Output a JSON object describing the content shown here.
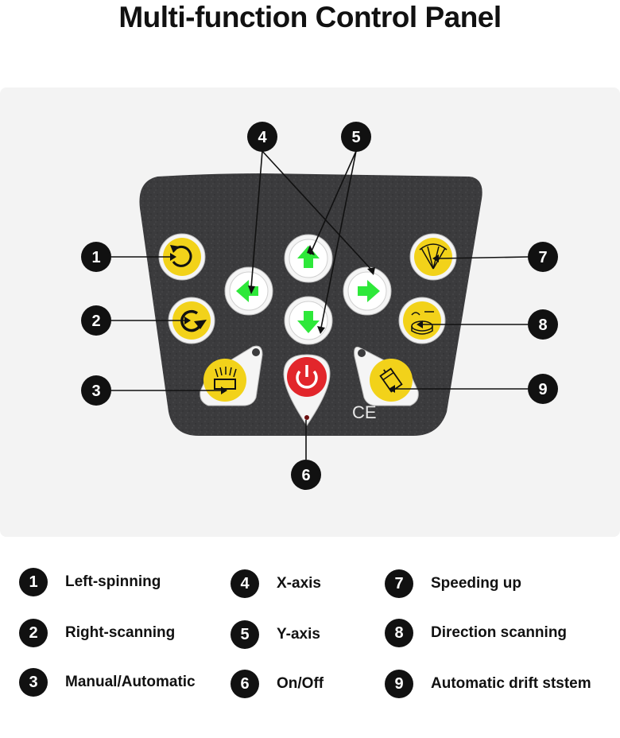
{
  "title": "Multi-function Control Panel",
  "callouts": [
    "1",
    "2",
    "3",
    "4",
    "5",
    "6",
    "7",
    "8",
    "9"
  ],
  "panel_mark": "CE",
  "colors": {
    "panel": "#3a3a3c",
    "button_yellow": "#f2d21a",
    "arrow_green": "#2ee83a",
    "power_red": "#e2262b",
    "callout": "#111111"
  },
  "legend": [
    {
      "num": "1",
      "label": "Left-spinning"
    },
    {
      "num": "2",
      "label": "Right-scanning"
    },
    {
      "num": "3",
      "label": "Manual/Automatic"
    },
    {
      "num": "4",
      "label": "X-axis"
    },
    {
      "num": "5",
      "label": "Y-axis"
    },
    {
      "num": "6",
      "label": "On/Off"
    },
    {
      "num": "7",
      "label": "Speeding up"
    },
    {
      "num": "8",
      "label": "Direction scanning"
    },
    {
      "num": "9",
      "label": "Automatic drift ststem"
    }
  ]
}
